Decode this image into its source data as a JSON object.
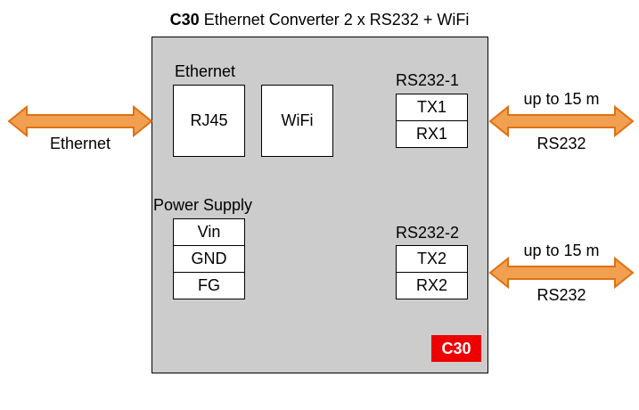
{
  "title": {
    "bold": "C30",
    "rest": " Ethernet Converter 2 x RS232 + WiFi"
  },
  "ethernet_section": {
    "label": "Ethernet",
    "rj45": "RJ45",
    "wifi": "WiFi"
  },
  "power_supply": {
    "label": "Power Supply",
    "pins": [
      "Vin",
      "GND",
      "FG"
    ]
  },
  "rs232_1": {
    "label": "RS232-1",
    "pins": [
      "TX1",
      "RX1"
    ]
  },
  "rs232_2": {
    "label": "RS232-2",
    "pins": [
      "TX2",
      "RX2"
    ]
  },
  "left_link": {
    "label": "Ethernet"
  },
  "right_link_1": {
    "top": "up to 15 m",
    "bottom": "RS232"
  },
  "right_link_2": {
    "top": "up to 15 m",
    "bottom": "RS232"
  },
  "badge": {
    "text": "C30"
  },
  "colors": {
    "arrow_fill": "#f0a050",
    "arrow_stroke": "#e07010",
    "box_fill": "#cccccc",
    "badge_fill": "#ee0000"
  }
}
